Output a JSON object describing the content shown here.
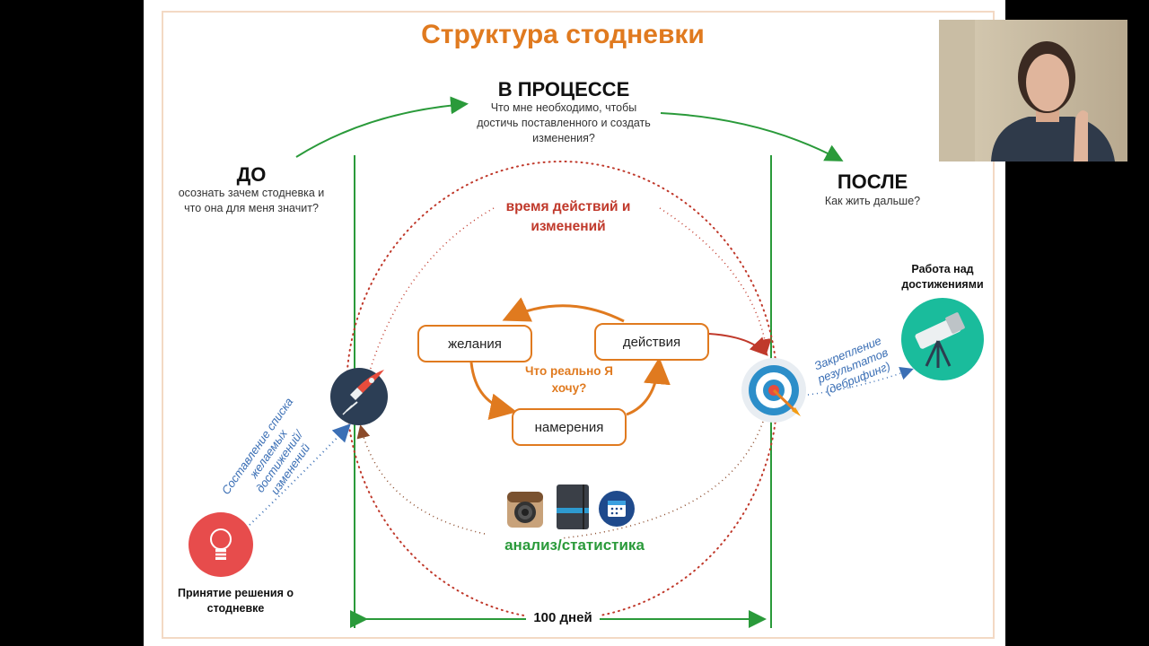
{
  "slide": {
    "title": "Структура стодневки",
    "before": {
      "heading": "ДО",
      "text": "осознать зачем стодневка и что она для меня значит?"
    },
    "during": {
      "heading": "В ПРОЦЕССЕ",
      "text": "Что мне необходимо, чтобы достичь поставленного и создать изменения?"
    },
    "after": {
      "heading": "ПОСЛЕ",
      "text": "Как жить дальше?"
    },
    "time_label": "время действий и изменений",
    "cycle": {
      "wishes": "желания",
      "actions": "действия",
      "intentions": "намерения",
      "center_question": "Что реально Я хочу?"
    },
    "analysis_label": "анализ/статистика",
    "days_label": "100 дней",
    "decision_label": "Принятие решения о стодневке",
    "list_label": "Составление списка желаемых достижений/ изменений",
    "consolidation_label": "Закрепление результатов (дебрифинг)",
    "achievements_label": "Работа над достижениями",
    "icons": [
      "lightbulb-icon",
      "rocket-icon",
      "target-icon",
      "telescope-icon",
      "instagram-icon",
      "notebook-icon",
      "calendar-icon"
    ]
  },
  "colors": {
    "title": "#e07a1f",
    "green": "#2a9a3a",
    "red_dots": "#c0392b",
    "blue_dots": "#3b6fb5",
    "orange": "#e07a1f"
  }
}
